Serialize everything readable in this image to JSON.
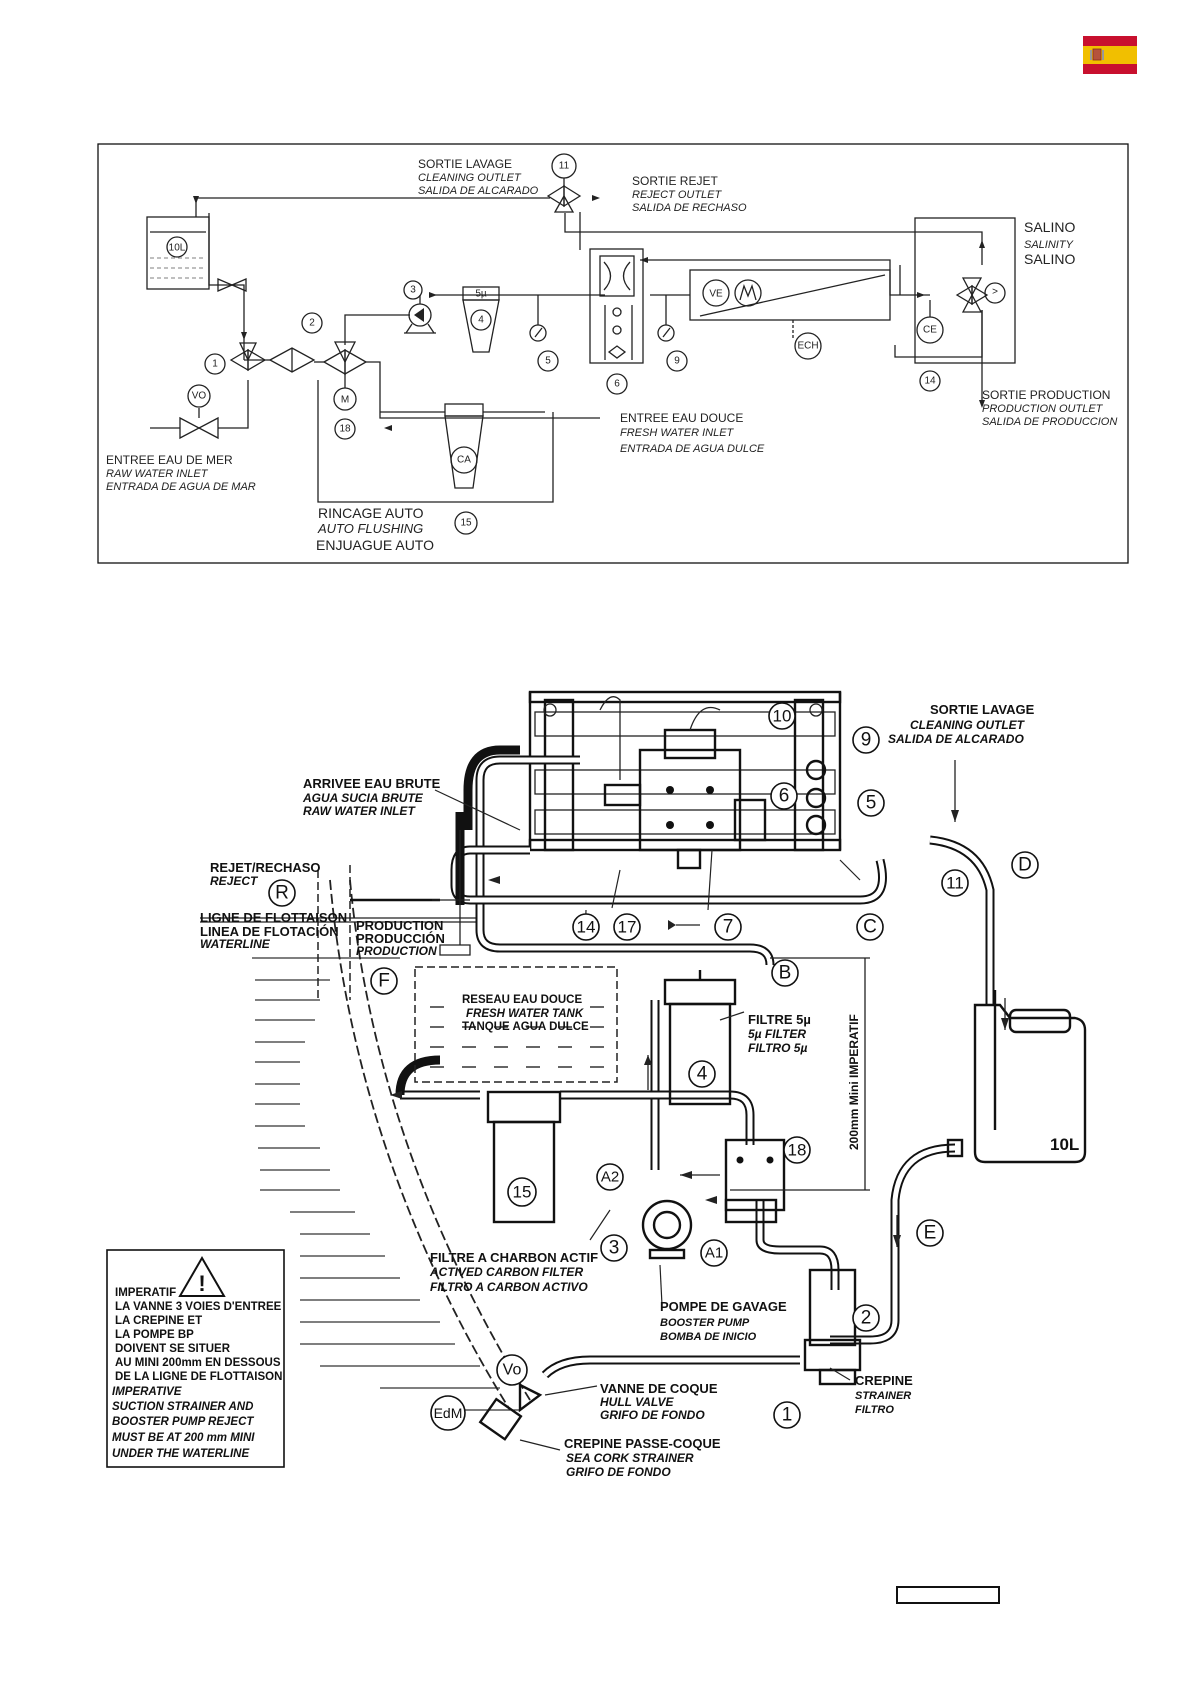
{
  "top": {
    "cleaning_outlet": [
      "SORTIE LAVAGE",
      "CLEANING OUTLET",
      "SALIDA DE ALCARADO"
    ],
    "reject_outlet": [
      "SORTIE REJET",
      "REJECT OUTLET",
      "SALIDA DE RECHASO"
    ],
    "salinity": [
      "SALINO",
      "SALINITY",
      "SALINO"
    ],
    "production_outlet": [
      "SORTIE PRODUCTION",
      "PRODUCTION OUTLET",
      "SALIDA DE PRODUCCION"
    ],
    "fresh_inlet": [
      "ENTREE EAU DOUCE",
      "FRESH WATER INLET",
      "ENTRADA DE AGUA DULCE"
    ],
    "raw_inlet": [
      "ENTREE EAU DE MER",
      "RAW WATER INLET",
      "ENTRADA DE AGUA DE MAR"
    ],
    "auto_flush": [
      "RINCAGE AUTO",
      "AUTO FLUSHING",
      "ENJUAGUE AUTO"
    ],
    "tank_label": "10L",
    "filter_label": "5µ",
    "carbon_label": "CA",
    "vo_label": "VO",
    "motor_label": "M",
    "ve_label": "VE",
    "ce_label": "CE",
    "ech_label": "ECH",
    "sal_symbol": ">",
    "nums": [
      "1",
      "2",
      "3",
      "4",
      "5",
      "6",
      "9",
      "11",
      "14",
      "15",
      "18"
    ]
  },
  "bottom": {
    "cleaning_outlet": [
      "SORTIE LAVAGE",
      "CLEANING OUTLET",
      "SALIDA DE ALCARADO"
    ],
    "raw_inlet": [
      "ARRIVEE EAU BRUTE",
      "AGUA SUCIA BRUTE",
      "RAW WATER INLET"
    ],
    "reject": [
      "REJET/RECHASO",
      "REJECT"
    ],
    "waterline": [
      "LIGNE DE FLOTTAISON",
      "LINEA DE FLOTACIÓN",
      "WATERLINE"
    ],
    "production": [
      "PRODUCTION",
      "PRODUCCIÓN",
      "PRODUCTION"
    ],
    "fresh_tank": [
      "RESEAU EAU DOUCE",
      "FRESH WATER TANK",
      "TANQUE AGUA DULCE"
    ],
    "filter5": [
      "FILTRE 5µ",
      "5µ FILTER",
      "FILTRO 5µ"
    ],
    "mini": "200mm Mini IMPERATIF",
    "carbon": [
      "FILTRE A CHARBON ACTIF",
      "ACTIVED CARBON FILTER",
      "FILTRO A CARBON ACTIVO"
    ],
    "booster": [
      "POMPE DE GAVAGE",
      "BOOSTER PUMP",
      "BOMBA DE INICIO"
    ],
    "strainer": [
      "CREPINE",
      "STRAINER",
      "FILTRO"
    ],
    "hull_valve": [
      "VANNE DE COQUE",
      "HULL VALVE",
      "GRIFO DE FONDO"
    ],
    "sea_strainer": [
      "CREPINE PASSE-COQUE",
      "SEA CORK STRAINER",
      "GRIFO DE FONDO"
    ],
    "warning": [
      "IMPERATIF",
      "LA VANNE 3 VOIES D'ENTREE",
      "LA CREPINE ET",
      "LA POMPE BP",
      "DOIVENT SE SITUER",
      "AU MINI 200mm EN DESSOUS",
      "DE LA LIGNE DE FLOTTAISON",
      "IMPERATIVE",
      "SUCTION STRAINER AND",
      "BOOSTER PUMP REJECT",
      "MUST BE AT 200 mm MINI",
      "UNDER THE WATERLINE"
    ],
    "warning_sign": "!",
    "tank": "10L",
    "letters": {
      "R": "R",
      "F": "F",
      "B": "B",
      "C": "C",
      "D": "D",
      "E": "E",
      "A1": "A1",
      "A2": "A2",
      "Vo": "Vo",
      "EdM": "EdM"
    },
    "nums": {
      "n1": "1",
      "n2": "2",
      "n3": "3",
      "n4": "4",
      "n5": "5",
      "n6": "6",
      "n7": "7",
      "n9": "9",
      "n10": "10",
      "n11": "11",
      "n14": "14",
      "n15": "15",
      "n17": "17",
      "n18": "18"
    }
  },
  "colors": {
    "flag_red": "#c8102e",
    "flag_yellow": "#f1bf00"
  }
}
